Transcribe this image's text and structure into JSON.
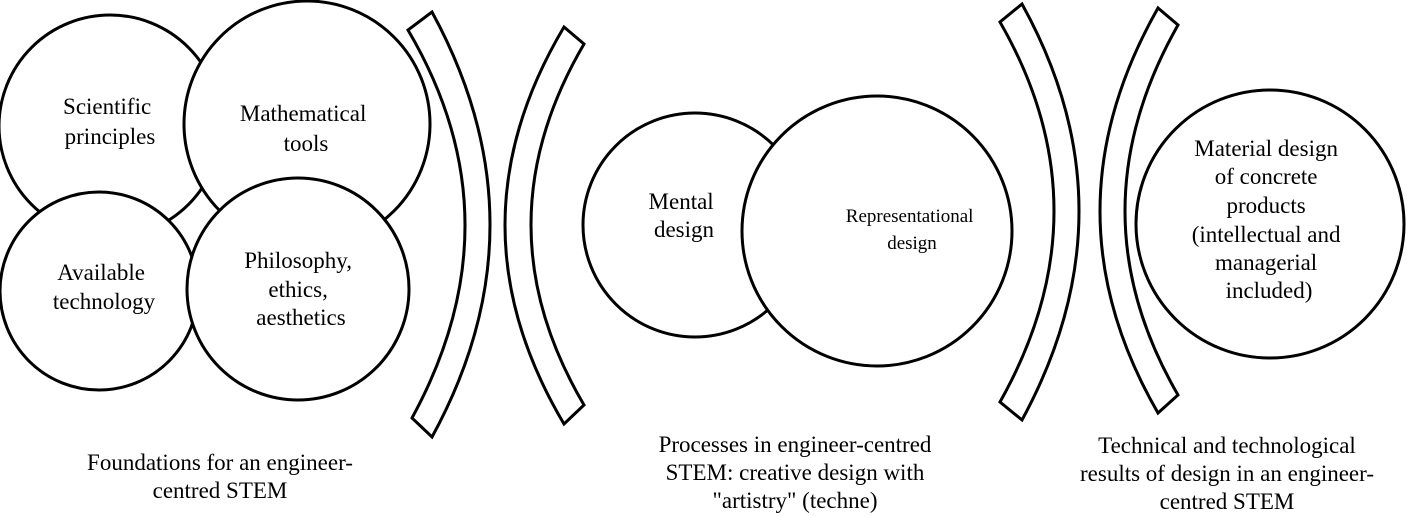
{
  "foundations": {
    "circles": {
      "scientific": [
        "Scientific",
        "principles"
      ],
      "mathematical": [
        "Mathematical",
        "tools"
      ],
      "technology": [
        "Available",
        "technology"
      ],
      "philosophy": [
        "Philosophy,",
        "ethics,",
        "aesthetics"
      ]
    },
    "caption": [
      "Foundations for an engineer-",
      "centred STEM"
    ]
  },
  "processes": {
    "circles": {
      "mental": [
        "Mental",
        "design"
      ],
      "representational": [
        "Representational",
        "design"
      ]
    },
    "caption": [
      "Processes in engineer-centred",
      "STEM: creative design with",
      "\"artistry\" (techne)"
    ]
  },
  "results": {
    "circles": {
      "material": [
        "Material design",
        "of concrete",
        "products",
        "(intellectual and",
        "managerial",
        "included)"
      ]
    },
    "caption": [
      "Technical and technological",
      "results of design in an engineer-",
      "centred STEM"
    ]
  }
}
